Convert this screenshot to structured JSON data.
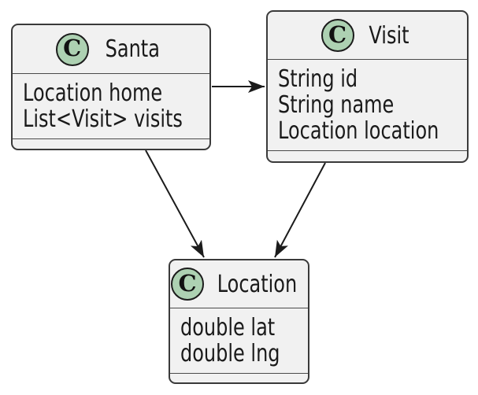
{
  "diagram": {
    "kind": "UML class diagram",
    "classes": [
      {
        "name": "Santa",
        "icon_letter": "C",
        "fields": [
          "Location home",
          "List<Visit> visits"
        ]
      },
      {
        "name": "Visit",
        "icon_letter": "C",
        "fields": [
          "String id",
          "String name",
          "Location location"
        ]
      },
      {
        "name": "Location",
        "icon_letter": "C",
        "fields": [
          "double lat",
          "double lng"
        ]
      }
    ],
    "relations": [
      {
        "from": "Santa",
        "to": "Visit"
      },
      {
        "from": "Santa",
        "to": "Location"
      },
      {
        "from": "Visit",
        "to": "Location"
      }
    ],
    "colors": {
      "background": "#FFFFFF",
      "node_fill": "#F1F1F1",
      "node_border": "#3A3A3A",
      "icon_fill": "#ADD1B2",
      "icon_border": "#1B1B1B",
      "text": "#1A1A1A",
      "arrow": "#1B1B1B"
    }
  }
}
